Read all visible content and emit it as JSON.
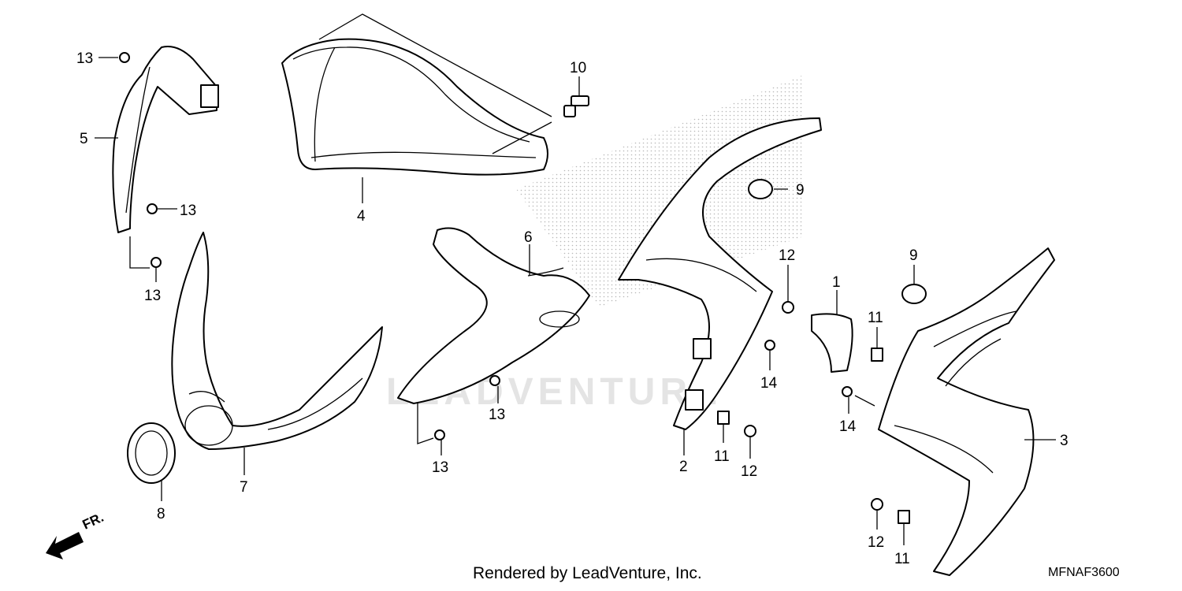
{
  "callouts": {
    "c1": "1",
    "c2": "2",
    "c3": "3",
    "c4": "4",
    "c5": "5",
    "c6": "6",
    "c7": "7",
    "c8": "8",
    "c9a": "9",
    "c9b": "9",
    "c10": "10",
    "c11a": "11",
    "c11b": "11",
    "c11c": "11",
    "c12a": "12",
    "c12b": "12",
    "c12c": "12",
    "c13a": "13",
    "c13b": "13",
    "c13c": "13",
    "c13d": "13",
    "c13e": "13",
    "c14a": "14",
    "c14b": "14"
  },
  "direction_label": "FR.",
  "watermark": "LEADVENTURE",
  "footer": {
    "credit": "Rendered by LeadVenture, Inc.",
    "diagram_code": "MFNAF3600"
  },
  "colors": {
    "line": "#000000",
    "background": "#ffffff",
    "watermark": "#e4e4e4"
  }
}
